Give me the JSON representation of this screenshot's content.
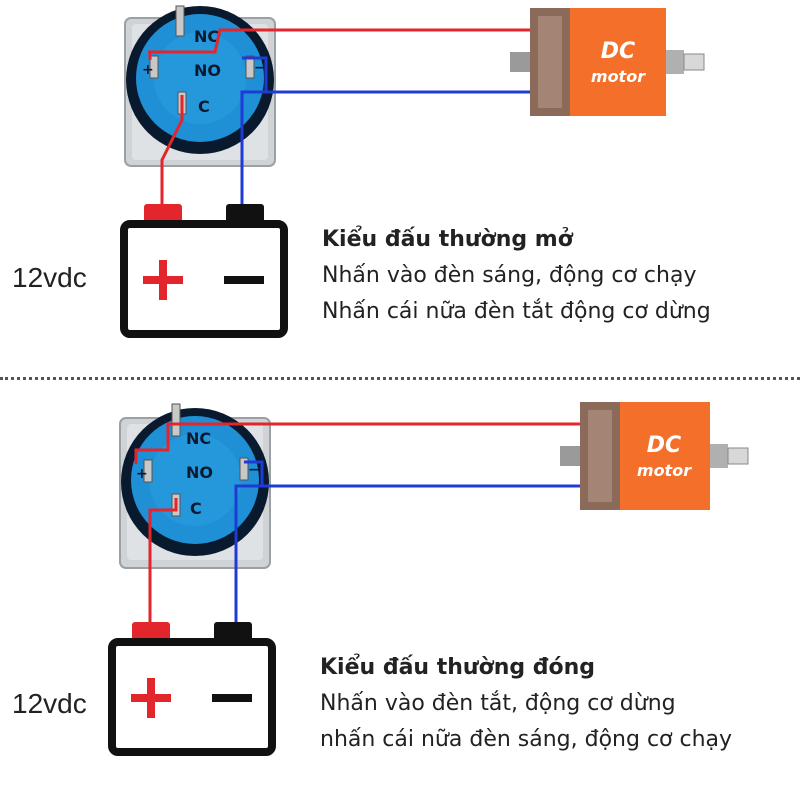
{
  "colors": {
    "wire_red": "#e3262c",
    "wire_blue": "#1f3bd6",
    "switch_blue": "#1f8fd6",
    "switch_dark": "#0a1a2e",
    "switch_body": "#cfd3d6",
    "motor_orange": "#f36f2a",
    "motor_brown": "#8b6a5a",
    "battery_plus": "#e3262c",
    "battery_minus": "#111111"
  },
  "switch_labels": {
    "nc": "NC",
    "no": "NO",
    "c": "C"
  },
  "motor": {
    "line1": "DC",
    "line2": "motor"
  },
  "sections": [
    {
      "voltage": "12vdc",
      "caption": {
        "title": "Kiểu đấu thường mở",
        "line1": "Nhấn vào đèn sáng, động cơ chạy",
        "line2": "Nhấn cái nữa đèn tắt động cơ dừng"
      }
    },
    {
      "voltage": "12vdc",
      "caption": {
        "title": "Kiểu đấu thường đóng",
        "line1": "Nhấn vào đèn tắt, động cơ dừng",
        "line2": "nhấn cái nữa đèn sáng, động cơ chạy"
      }
    }
  ]
}
